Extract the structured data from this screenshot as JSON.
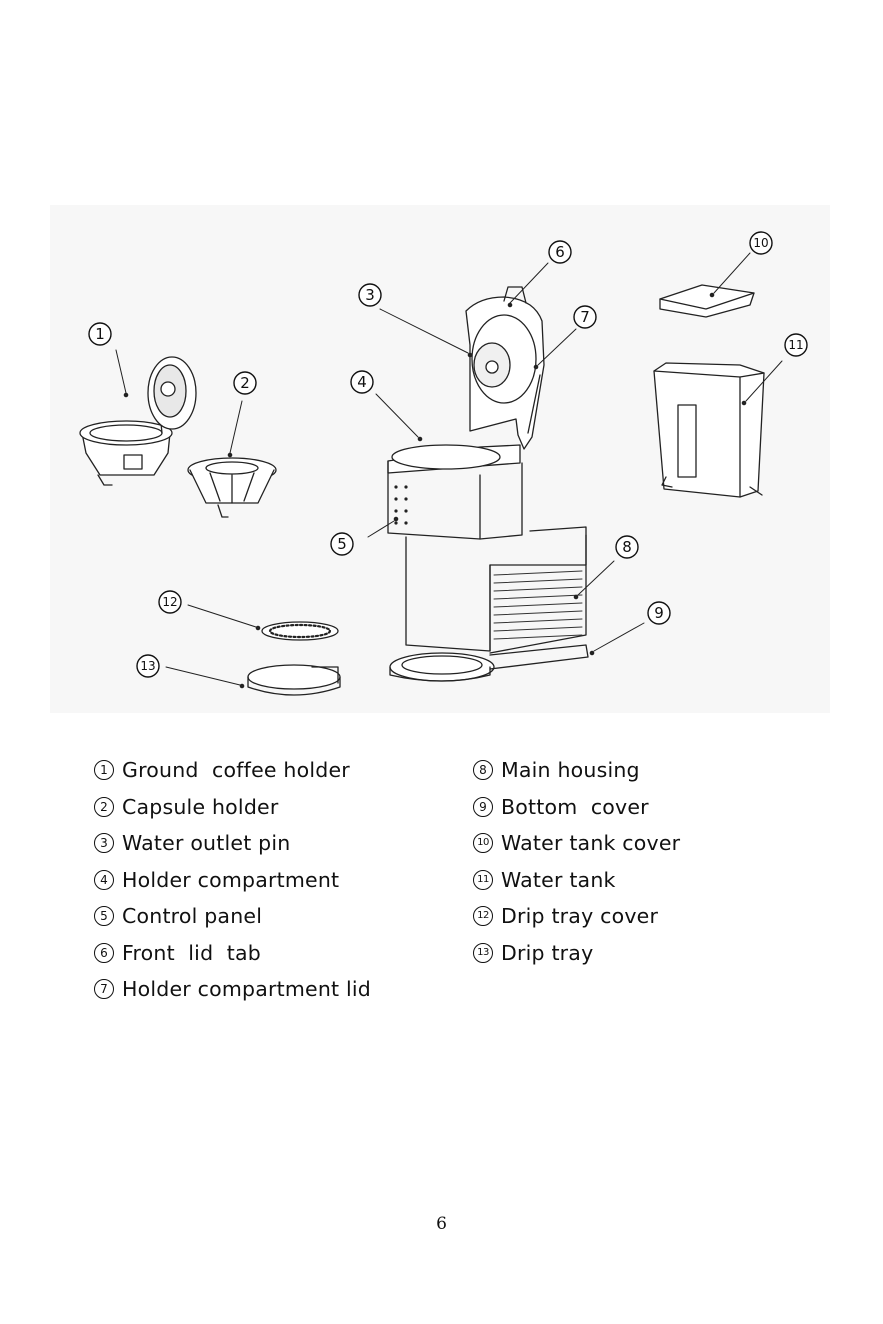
{
  "figure": {
    "callouts": [
      "1",
      "2",
      "3",
      "4",
      "5",
      "6",
      "7",
      "8",
      "9",
      "10",
      "11",
      "12",
      "13"
    ]
  },
  "legend": {
    "left": [
      {
        "num": "1",
        "label": "Ground  coffee holder"
      },
      {
        "num": "2",
        "label": "Capsule holder"
      },
      {
        "num": "3",
        "label": "Water outlet pin"
      },
      {
        "num": "4",
        "label": "Holder compartment"
      },
      {
        "num": "5",
        "label": "Control panel"
      },
      {
        "num": "6",
        "label": "Front  lid  tab"
      },
      {
        "num": "7",
        "label": "Holder compartment lid"
      }
    ],
    "right": [
      {
        "num": "8",
        "label": "Main housing"
      },
      {
        "num": "9",
        "label": "Bottom  cover"
      },
      {
        "num": "10",
        "label": "Water tank cover"
      },
      {
        "num": "11",
        "label": "Water tank"
      },
      {
        "num": "12",
        "label": "Drip tray cover"
      },
      {
        "num": "13",
        "label": "Drip tray"
      }
    ]
  },
  "page_number": "6"
}
